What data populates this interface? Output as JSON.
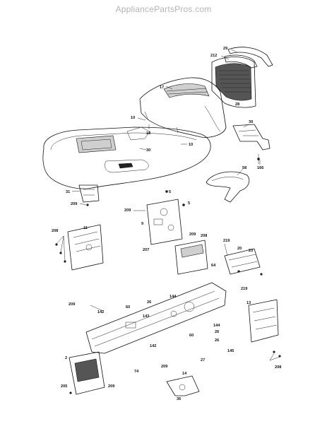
{
  "watermark": "AppliancePartsPros.com",
  "labels": [
    {
      "id": "l29",
      "text": "29"
    },
    {
      "id": "l212",
      "text": "212"
    },
    {
      "id": "l17",
      "text": "17"
    },
    {
      "id": "l28",
      "text": "28"
    },
    {
      "id": "l10a",
      "text": "10"
    },
    {
      "id": "l18",
      "text": "18"
    },
    {
      "id": "l10b",
      "text": "10"
    },
    {
      "id": "l30",
      "text": "30"
    },
    {
      "id": "l39",
      "text": "39"
    },
    {
      "id": "l166",
      "text": "166"
    },
    {
      "id": "l58",
      "text": "58"
    },
    {
      "id": "l31",
      "text": "31"
    },
    {
      "id": "l209a",
      "text": "209"
    },
    {
      "id": "l5a",
      "text": "5"
    },
    {
      "id": "l209b",
      "text": "209"
    },
    {
      "id": "l5b",
      "text": "5"
    },
    {
      "id": "l9",
      "text": "9"
    },
    {
      "id": "l208a",
      "text": "208"
    },
    {
      "id": "l11",
      "text": "11"
    },
    {
      "id": "l209c",
      "text": "209"
    },
    {
      "id": "l208b",
      "text": "208"
    },
    {
      "id": "l207",
      "text": "207"
    },
    {
      "id": "l219a",
      "text": "219"
    },
    {
      "id": "l20",
      "text": "20"
    },
    {
      "id": "l23",
      "text": "23"
    },
    {
      "id": "l64",
      "text": "64"
    },
    {
      "id": "l219b",
      "text": "219"
    },
    {
      "id": "l144a",
      "text": "144"
    },
    {
      "id": "l26a",
      "text": "26"
    },
    {
      "id": "l209d",
      "text": "209"
    },
    {
      "id": "l60a",
      "text": "60"
    },
    {
      "id": "l142a",
      "text": "142"
    },
    {
      "id": "l143",
      "text": "143"
    },
    {
      "id": "l13",
      "text": "13"
    },
    {
      "id": "l144b",
      "text": "144"
    },
    {
      "id": "l26b",
      "text": "26"
    },
    {
      "id": "l60b",
      "text": "60"
    },
    {
      "id": "l26c",
      "text": "26"
    },
    {
      "id": "l145",
      "text": "145"
    },
    {
      "id": "l142b",
      "text": "142"
    },
    {
      "id": "l27",
      "text": "27"
    },
    {
      "id": "l208c",
      "text": "208"
    },
    {
      "id": "l2",
      "text": "2"
    },
    {
      "id": "l74",
      "text": "74"
    },
    {
      "id": "l209e",
      "text": "209"
    },
    {
      "id": "l205",
      "text": "205"
    },
    {
      "id": "l209f",
      "text": "209"
    },
    {
      "id": "l14",
      "text": "14"
    },
    {
      "id": "l36",
      "text": "36"
    }
  ]
}
